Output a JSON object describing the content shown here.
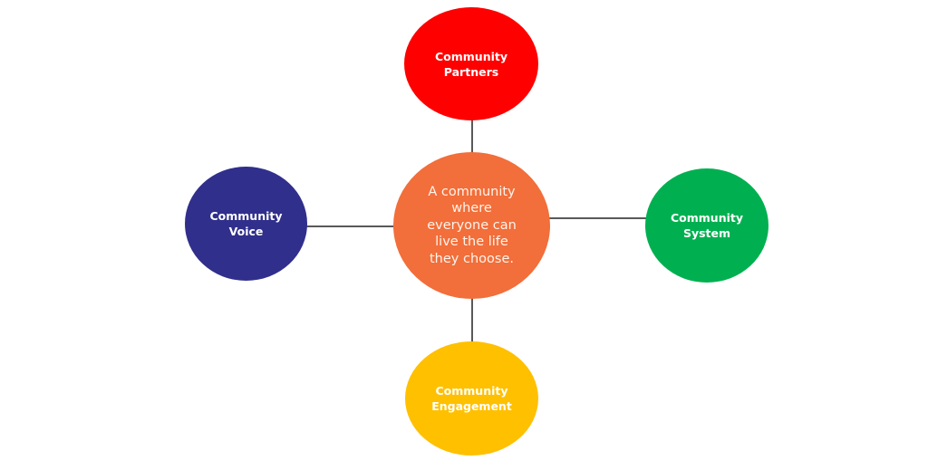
{
  "diagram": {
    "center": {
      "text": "A community\nwhere\neveryone can\nlive the life\nthey choose.",
      "color": "#F26E3A"
    },
    "nodes": [
      {
        "id": "partners",
        "text": "Community\nPartners",
        "color": "#FF0000"
      },
      {
        "id": "voice",
        "text": "Community\nVoice",
        "color": "#302F8C"
      },
      {
        "id": "system",
        "text": "Community\nSystem",
        "color": "#00B050"
      },
      {
        "id": "engagement",
        "text": "Community\nEngagement",
        "color": "#FFC000"
      }
    ]
  }
}
